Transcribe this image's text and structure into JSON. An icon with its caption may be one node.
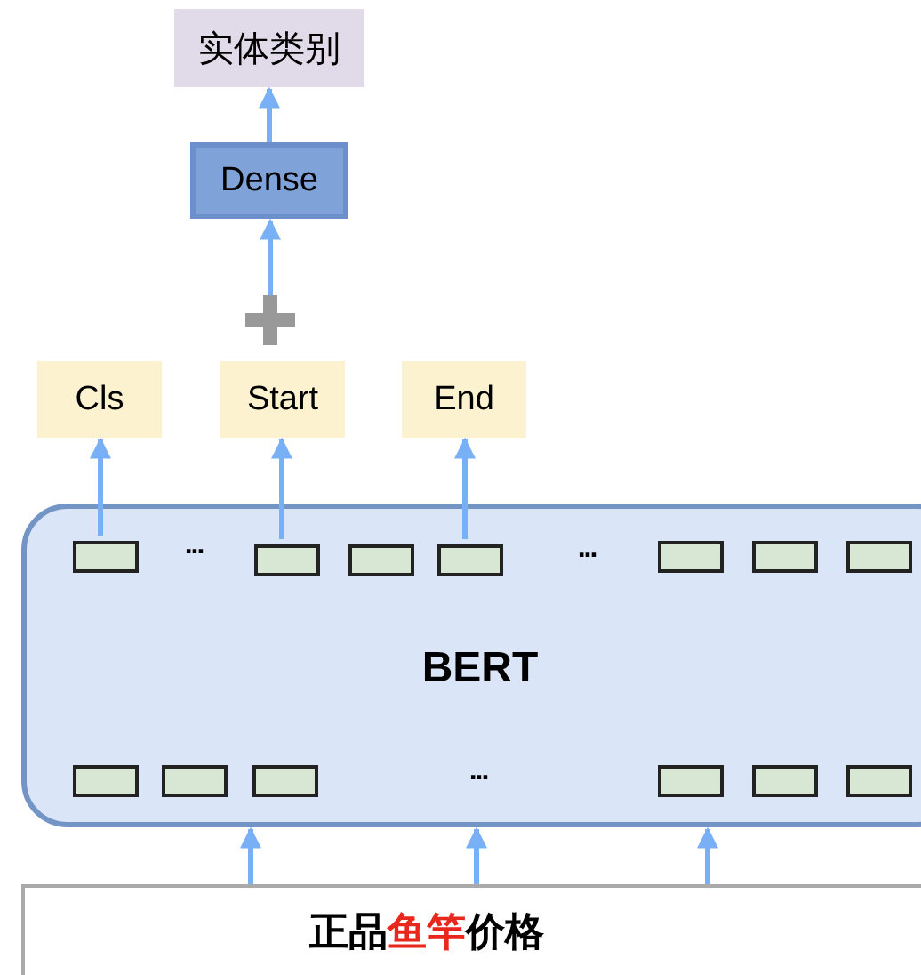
{
  "diagram": {
    "nodes": [
      {
        "text": [
          "实体类别"
        ]
      },
      {
        "text": [
          "Dense"
        ]
      },
      {
        "text": [],
        "shape": "plus"
      },
      {
        "text": [
          "Cls"
        ]
      },
      {
        "text": [
          "Start"
        ]
      },
      {
        "text": [
          "End"
        ]
      },
      {
        "text": [
          "BERT"
        ]
      },
      {
        "text": [],
        "shape": "box",
        "in": 6
      },
      {
        "text": [],
        "shape": "box",
        "in": 6
      },
      {
        "text": [],
        "shape": "box",
        "in": 6
      },
      {
        "text": [],
        "shape": "box",
        "in": 6
      },
      {
        "text": [],
        "shape": "box",
        "in": 6
      },
      {
        "text": [],
        "shape": "box",
        "in": 6
      },
      {
        "text": [],
        "shape": "box",
        "in": 6
      },
      {
        "text": [],
        "shape": "box",
        "in": 6
      },
      {
        "text": [],
        "shape": "box",
        "in": 6
      },
      {
        "text": [],
        "shape": "box",
        "in": 6
      },
      {
        "text": [],
        "shape": "box",
        "in": 6
      },
      {
        "text": [],
        "shape": "box",
        "in": 6
      },
      {
        "text": [],
        "shape": "box",
        "in": 6
      },
      {
        "text": [
          "正品",
          "鱼竿",
          "价格"
        ]
      }
    ],
    "edges": [
      {
        "from": 1,
        "to": 0,
        "arrow": "to"
      },
      {
        "from": 2,
        "to": 1,
        "arrow": "to"
      },
      {
        "from": 7,
        "to": 3,
        "arrow": "to"
      },
      {
        "from": 8,
        "to": 4,
        "arrow": "to"
      },
      {
        "from": 10,
        "to": 5,
        "arrow": "to"
      },
      {
        "from": 20,
        "to": 6,
        "arrow": "to"
      },
      {
        "from": 20,
        "to": 6,
        "arrow": "to"
      },
      {
        "from": 20,
        "to": 6,
        "arrow": "to"
      }
    ],
    "labels": [
      "...",
      "...",
      "..."
    ]
  }
}
